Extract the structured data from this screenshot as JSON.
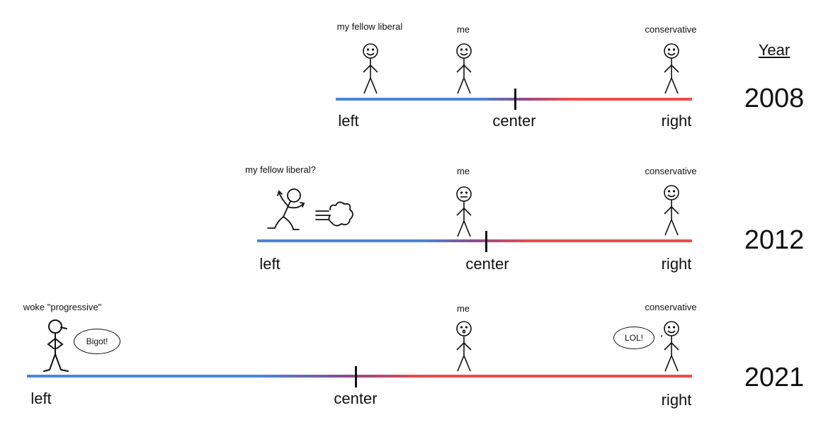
{
  "header": {
    "year_label": "Year"
  },
  "rows": [
    {
      "year": "2008",
      "axis": {
        "left": "left",
        "center": "center",
        "right": "right"
      },
      "figures": {
        "liberal": "my fellow liberal",
        "me": "me",
        "conservative": "conservative"
      }
    },
    {
      "year": "2012",
      "axis": {
        "left": "left",
        "center": "center",
        "right": "right"
      },
      "figures": {
        "liberal": "my fellow liberal?",
        "me": "me",
        "conservative": "conservative"
      }
    },
    {
      "year": "2021",
      "axis": {
        "left": "left",
        "center": "center",
        "right": "right"
      },
      "figures": {
        "progressive": "woke \"progressive\"",
        "me": "me",
        "conservative": "conservative"
      },
      "speech": {
        "progressive": "Bigot!",
        "conservative": "LOL!"
      }
    }
  ],
  "colors": {
    "left": "#4a86d8",
    "middle": "#8a4a8c",
    "right": "#ef4a4a",
    "ink": "#111111"
  }
}
